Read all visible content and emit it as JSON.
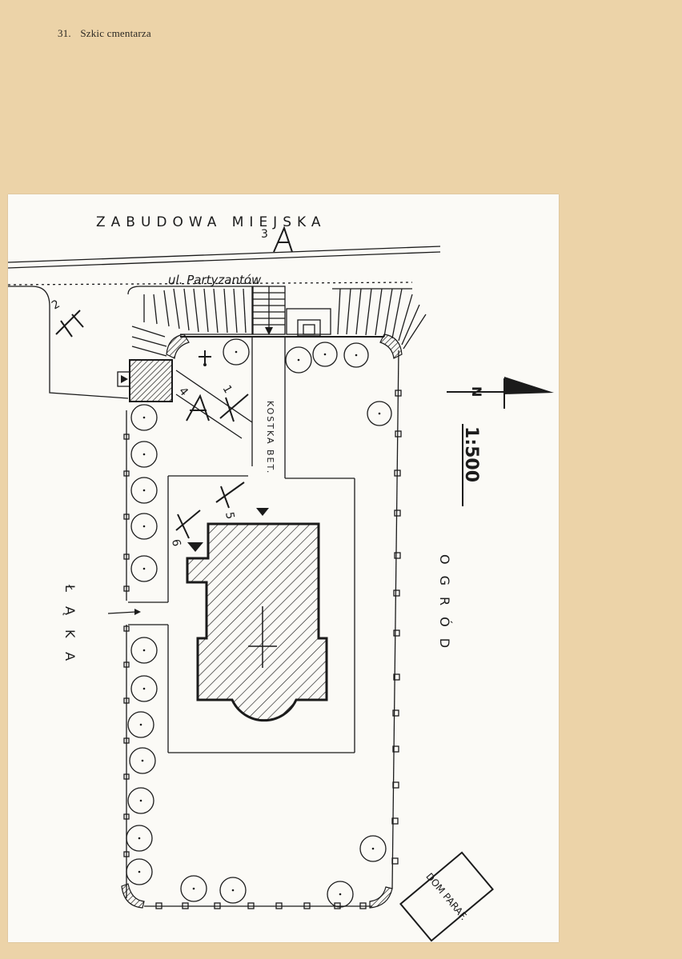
{
  "page": {
    "number": "31.",
    "title": "Szkic cmentarza"
  },
  "map": {
    "labels": {
      "north_area": "ZABUDOWA MIEJSKA",
      "street": "ul. Partyzantów",
      "path": "KOSTKA BET.",
      "east_area": "OGRÓD",
      "west_area": "ŁĄKA",
      "parish_house": "DOM PARAF.",
      "scale": "1:500",
      "north_letter": "N"
    },
    "viewpoints": [
      "1",
      "2",
      "3",
      "4",
      "5",
      "6"
    ],
    "colors": {
      "paper": "#ecd3a8",
      "sheet": "#fbfaf6",
      "ink": "#1b1b1b"
    }
  }
}
